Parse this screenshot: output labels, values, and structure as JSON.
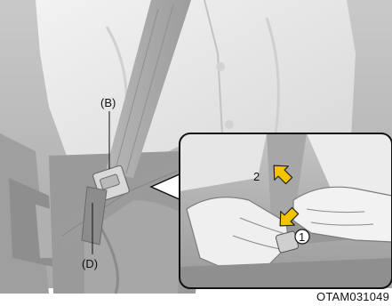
{
  "labels": {
    "b": "(B)",
    "d": "(D)",
    "step1": "1",
    "step2": "2"
  },
  "figure_code": "OTAM031049",
  "icons": {
    "insert_arrow": "yellow-arrow-down-left-icon",
    "release_arrow": "yellow-arrow-up-right-icon"
  },
  "colors": {
    "arrow_fill": "#f5c400",
    "arrow_outline": "#222222",
    "inset_border": "#111111"
  }
}
